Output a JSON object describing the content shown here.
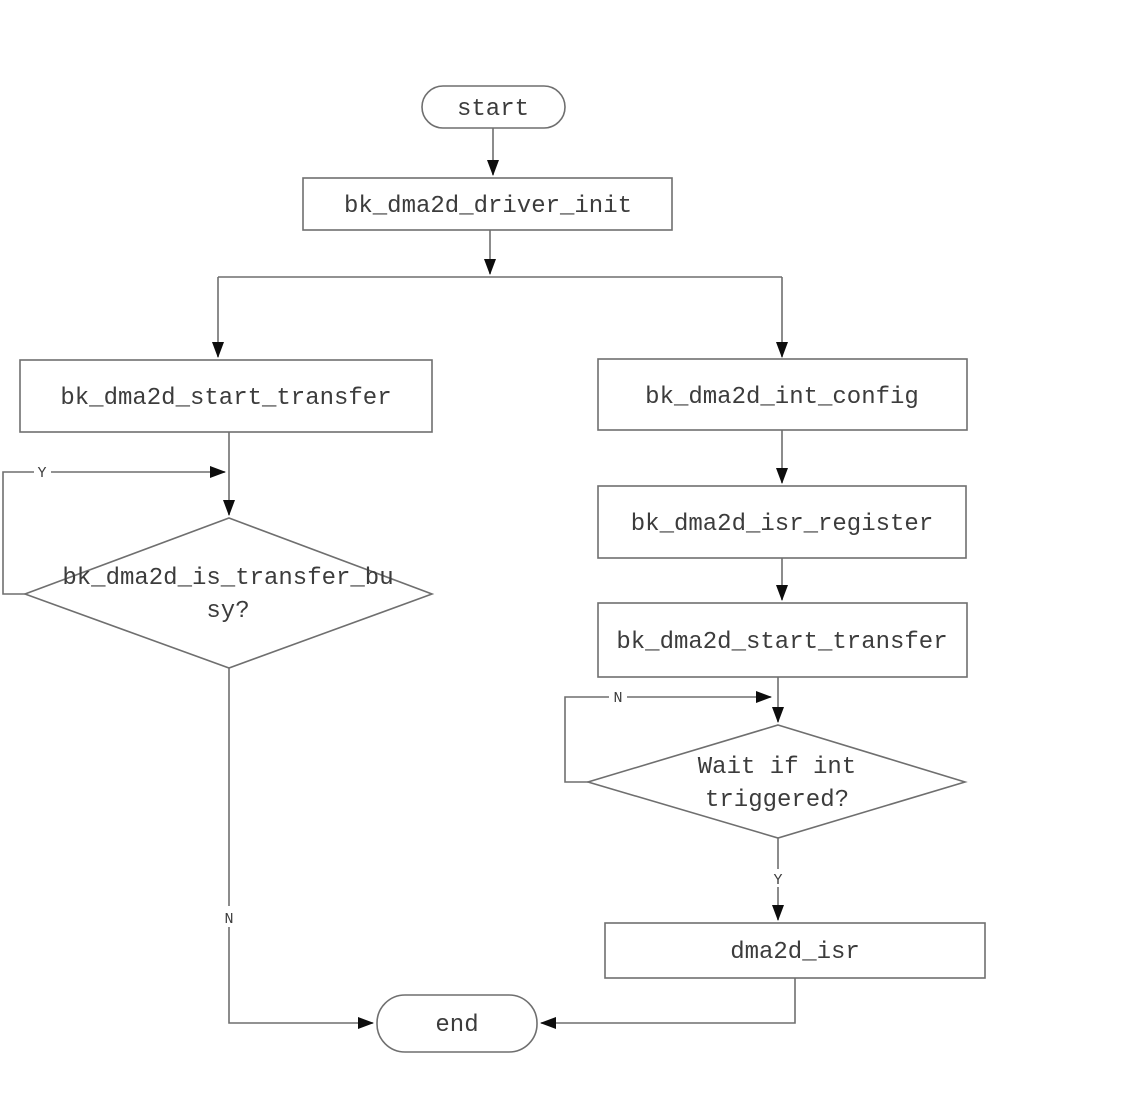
{
  "diagram": {
    "type": "flowchart",
    "colors": {
      "line": "#6f6f6f",
      "arrow": "#0d0d0d",
      "text": "#3c3c3c",
      "background": "#ffffff"
    },
    "nodes": {
      "start": {
        "type": "terminator",
        "label": "start"
      },
      "driver_init": {
        "type": "process",
        "label": "bk_dma2d_driver_init"
      },
      "start_transfer_left": {
        "type": "process",
        "label": "bk_dma2d_start_transfer"
      },
      "is_transfer_busy": {
        "type": "decision",
        "label_line1": "bk_dma2d_is_transfer_bu",
        "label_line2": "sy?"
      },
      "int_config": {
        "type": "process",
        "label": "bk_dma2d_int_config"
      },
      "isr_register": {
        "type": "process",
        "label": "bk_dma2d_isr_register"
      },
      "start_transfer_right": {
        "type": "process",
        "label": "bk_dma2d_start_transfer"
      },
      "wait_int_triggered": {
        "type": "decision",
        "label_line1": "Wait if int",
        "label_line2": "triggered?"
      },
      "dma2d_isr": {
        "type": "process",
        "label": "dma2d_isr"
      },
      "end": {
        "type": "terminator",
        "label": "end"
      }
    },
    "edge_labels": {
      "busy_yes": "Y",
      "busy_no": "N",
      "wait_no": "N",
      "wait_yes": "Y"
    }
  }
}
